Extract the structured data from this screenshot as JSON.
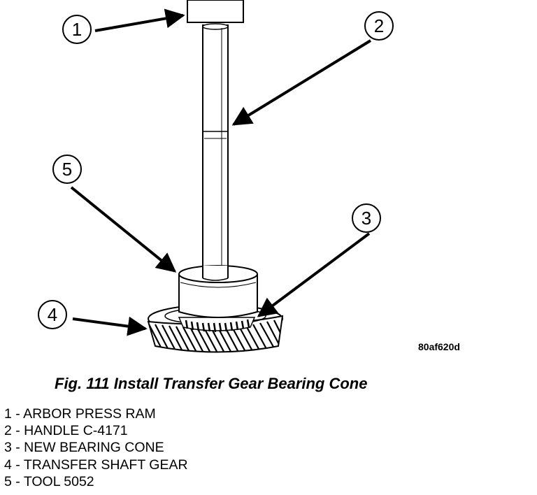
{
  "figure": {
    "callouts": [
      "1",
      "2",
      "3",
      "4",
      "5"
    ],
    "image_code": "80af620d"
  },
  "caption": "Fig. 111 Install Transfer Gear Bearing Cone",
  "legend": [
    "1 - ARBOR PRESS RAM",
    "2 - HANDLE C-4171",
    "3 - NEW BEARING CONE",
    "4 - TRANSFER SHAFT GEAR",
    "5 - TOOL 5052"
  ]
}
